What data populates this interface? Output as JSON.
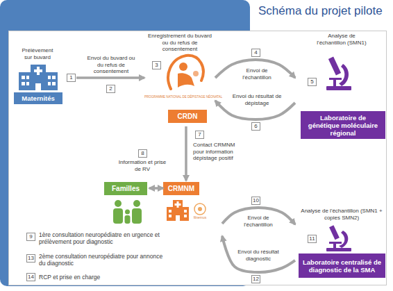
{
  "diagram": {
    "title": "Schéma du projet pilote",
    "nodes": [
      {
        "text": [
          "Prélèvement sur buvard",
          "Maternités"
        ]
      },
      {
        "text": [
          "Enregistrement du buvard ou du refus de consentement",
          "PROGRAMME NATIONAL DE DÉPISTAGE NÉONATAL",
          "CRDN"
        ]
      },
      {
        "text": [
          "Analyse de l'échantillon (SMN1)",
          "Laboratoire de génétique moléculaire régional"
        ]
      },
      {
        "text": [
          "Familles"
        ]
      },
      {
        "text": [
          "CRMNM",
          "filnemus"
        ]
      },
      {
        "text": [
          "Analyse de l'échantillon (SMN1 + copies SMN2)",
          "Laboratoire centralisé de diagnostic de la SMA"
        ]
      }
    ],
    "edges": [
      {
        "from": 0,
        "to": 1,
        "label": "Envoi du buvard ou du refus de consentement",
        "arrow": "to"
      },
      {
        "from": 1,
        "to": 2,
        "label": "Envoi de l'échantillon",
        "arrow": "to"
      },
      {
        "from": 2,
        "to": 1,
        "label": "Envoi du résultat de dépistage",
        "arrow": "to"
      },
      {
        "from": 1,
        "to": 4,
        "label": "Contact CRMNM pour information dépistage positif",
        "arrow": "to"
      },
      {
        "from": 4,
        "to": 3,
        "label": "Information et prise de RV",
        "arrow": "both"
      },
      {
        "from": 4,
        "to": 5,
        "label": "Envoi de l'échantillon",
        "arrow": "to"
      },
      {
        "from": 5,
        "to": 4,
        "label": "Envoi du résultat diagnostic",
        "arrow": "to"
      }
    ],
    "labels": [
      "1",
      "2",
      "3",
      "4",
      "5",
      "6",
      "7",
      "8",
      "9",
      "1ère consultation neuropédiatre en urgence et prélèvement pour diagnostic",
      "10",
      "11",
      "12",
      "13",
      "2ème consultation neuropédiatre pour annonce du diagnostic",
      "14",
      "RCP et prise en charge"
    ]
  }
}
